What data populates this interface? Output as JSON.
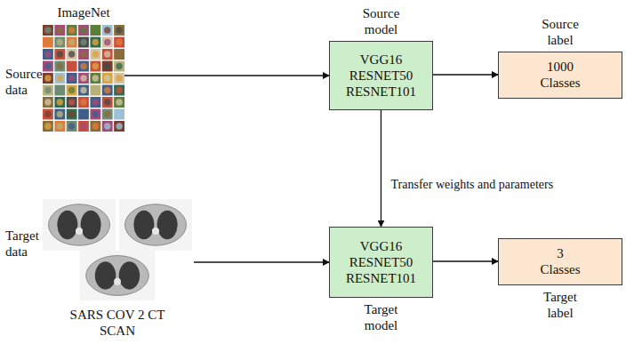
{
  "diagram": {
    "nodes": [
      {
        "text": [
          "ImageNet"
        ]
      },
      {
        "text": [
          "Source model",
          "VGG16 RESNET50 RESNET101"
        ]
      },
      {
        "text": [
          "Source label",
          "1000 Classes"
        ]
      },
      {
        "text": [
          "SARS COV 2 CT SCAN"
        ]
      },
      {
        "text": [
          "VGG16 RESNET50 RESNET101",
          "Target model"
        ]
      },
      {
        "text": [
          "3 Classes",
          "Target label"
        ]
      }
    ],
    "edges": [
      {
        "from": 0,
        "to": 1,
        "arrow": "to"
      },
      {
        "from": 1,
        "to": 2,
        "arrow": "to"
      },
      {
        "from": 1,
        "to": 4,
        "label": "Transfer weights and parameters",
        "arrow": "to"
      },
      {
        "from": 3,
        "to": 4,
        "arrow": "to"
      },
      {
        "from": 4,
        "to": 5,
        "arrow": "to"
      }
    ],
    "labels": [
      "Source data",
      "Target data"
    ]
  }
}
